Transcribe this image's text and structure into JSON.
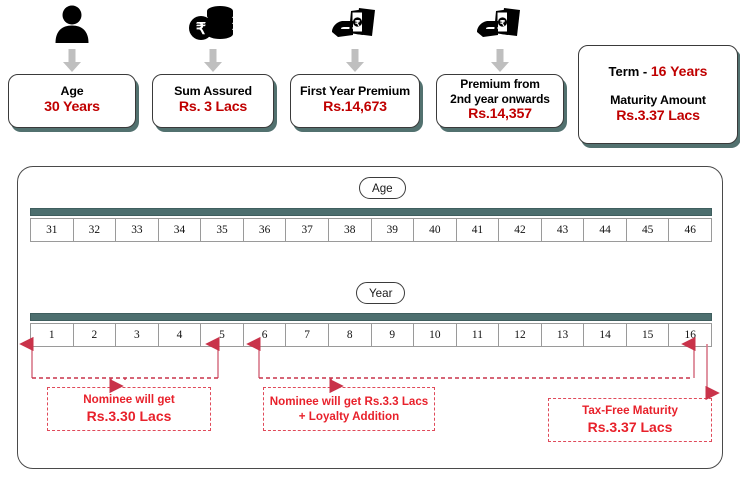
{
  "summary": {
    "cards": [
      {
        "icon": "person-icon",
        "label": "Age",
        "value": "30 Years",
        "label2": ""
      },
      {
        "icon": "coins-icon",
        "label": "Sum Assured",
        "value": "Rs. 3 Lacs",
        "label2": ""
      },
      {
        "icon": "cash-hand-icon",
        "label": "First Year Premium",
        "value": "Rs.14,673",
        "label2": ""
      },
      {
        "icon": "cash-hand-icon",
        "label": "Premium from",
        "value": "Rs.14,357",
        "label2": "2nd year onwards"
      }
    ],
    "term_card": {
      "term_label": "Term  - ",
      "term_value": "16 Years",
      "maturity_label": "Maturity Amount",
      "maturity_value": "Rs.3.37 Lacs"
    }
  },
  "timeline": {
    "age_pill": "Age",
    "year_pill": "Year",
    "age_values": [
      "31",
      "32",
      "33",
      "34",
      "35",
      "36",
      "37",
      "38",
      "39",
      "40",
      "41",
      "42",
      "43",
      "44",
      "45",
      "46"
    ],
    "year_values": [
      "1",
      "2",
      "3",
      "4",
      "5",
      "6",
      "7",
      "8",
      "9",
      "10",
      "11",
      "12",
      "13",
      "14",
      "15",
      "16"
    ],
    "callouts": [
      {
        "line1": "Nominee will get",
        "line2": "Rs.3.30 Lacs",
        "span_years": "1-5"
      },
      {
        "line1": "Nominee will get Rs.3.3 Lacs",
        "line2": "+ Loyalty Addition",
        "span_years": "6-16"
      },
      {
        "line1": "Tax-Free Maturity",
        "line2": "Rs.3.37 Lacs",
        "span_years": "16"
      }
    ]
  },
  "colors": {
    "accent_red": "#d0021b",
    "teal_bar": "#4d6f6f",
    "arrow_gray": "#bfbfbf",
    "callout_red": "#e04a5a"
  }
}
